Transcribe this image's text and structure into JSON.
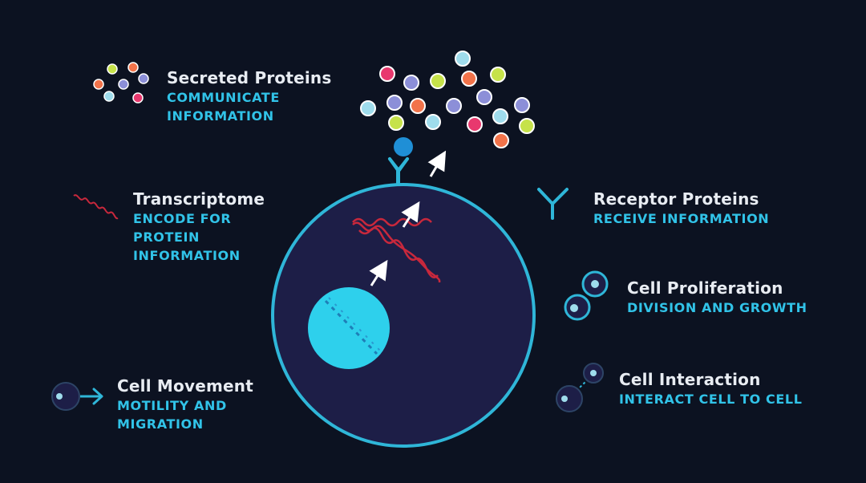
{
  "colors": {
    "background": "#0c1221",
    "cell_fill": "#1d1e47",
    "cell_outline": "#2fb6d8",
    "nucleus": "#2ed0ec",
    "rna": "#c8283c",
    "title_text": "#e8ecf2",
    "accent_text": "#31c3e8",
    "arrow": "#ffffff",
    "protein_colors": [
      "#e8386e",
      "#8c8fd8",
      "#c6e24a",
      "#f2734a",
      "#9fdcec"
    ]
  },
  "labels": {
    "secreted": {
      "title": "Secreted Proteins",
      "sub": [
        "COMMUNICATE",
        "INFORMATION"
      ]
    },
    "transcriptome": {
      "title": "Transcriptome",
      "sub": [
        "ENCODE FOR",
        "PROTEIN",
        "INFORMATION"
      ]
    },
    "receptor": {
      "title": "Receptor Proteins",
      "sub": [
        "RECEIVE INFORMATION"
      ]
    },
    "proliferation": {
      "title": "Cell Proliferation",
      "sub": [
        "DIVISION AND GROWTH"
      ]
    },
    "interaction": {
      "title": "Cell Interaction",
      "sub": [
        "INTERACT CELL TO CELL"
      ]
    },
    "movement": {
      "title": "Cell Movement",
      "sub": [
        "MOTILITY AND",
        "MIGRATION"
      ]
    }
  },
  "icons": {
    "secreted": "protein-dots-icon",
    "transcriptome": "rna-strand-icon",
    "receptor": "receptor-y-icon",
    "proliferation": "dividing-cell-icon",
    "interaction": "interacting-cells-icon",
    "movement": "moving-cell-icon"
  }
}
